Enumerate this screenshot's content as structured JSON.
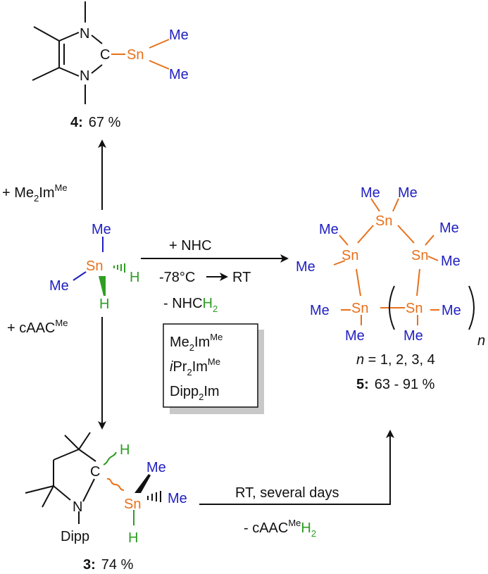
{
  "atoms": {
    "N": "N",
    "C": "C",
    "Sn": "Sn",
    "Me": "Me",
    "H": "H",
    "Dipp": "Dipp"
  },
  "compound_4": {
    "label": "4:",
    "yield": "67 %"
  },
  "compound_3": {
    "label": "3:",
    "yield": "74 %"
  },
  "compound_5": {
    "label": "5:",
    "yield": "63 - 91 %",
    "n_var": "n",
    "n_values": " = 1, 2, 3, 4",
    "subscript_n": "n"
  },
  "reagents": {
    "plus": "+ ",
    "me2im": "Me",
    "me2im_sub": "2",
    "me2im_rest": "Im",
    "me2im_sup": "Me",
    "caac": "cAAC",
    "caac_sup": "Me"
  },
  "conditions": {
    "nhc": "+ NHC",
    "temp_start": "-78°C",
    "temp_end": "RT",
    "byproduct_minus": "- NHC",
    "byproduct_h": "H",
    "byproduct_sub": "2",
    "rt_days": "RT, several days",
    "caac_minus": "- cAAC",
    "caac_sup": "Me",
    "caac_h": "H",
    "caac_sub": "2"
  },
  "nhc_box": {
    "line1_a": "Me",
    "line1_sub": "2",
    "line1_b": "Im",
    "line1_sup": "Me",
    "line2_i": "i",
    "line2_a": "Pr",
    "line2_sub": "2",
    "line2_b": "Im",
    "line2_sup": "Me",
    "line3_a": "Dipp",
    "line3_sub": "2",
    "line3_b": "Im"
  },
  "colors": {
    "element_blue": "#1f1fc0",
    "tin_orange": "#e8701a",
    "hydrogen_green": "#2e9e22"
  }
}
